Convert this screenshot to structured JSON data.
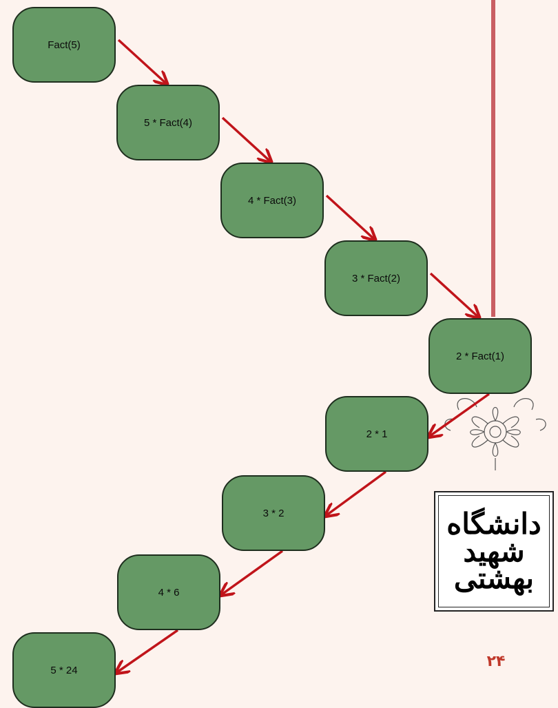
{
  "nodes": [
    "Fact(5)",
    "5 * Fact(4)",
    "4 * Fact(3)",
    "3 * Fact(2)",
    "2 * Fact(1)",
    "2 * 1",
    "3 * 2",
    "4 * 6",
    "5 * 24"
  ],
  "seal_text": "دانشگاه شهید بهشتی",
  "page_number": "۲۴",
  "colors": {
    "background": "#fdf3ee",
    "node_fill": "#659965",
    "node_border": "#1e2e1e",
    "arrow": "#c0141a",
    "divider": "#c95f63",
    "page_number": "#c0392b"
  }
}
